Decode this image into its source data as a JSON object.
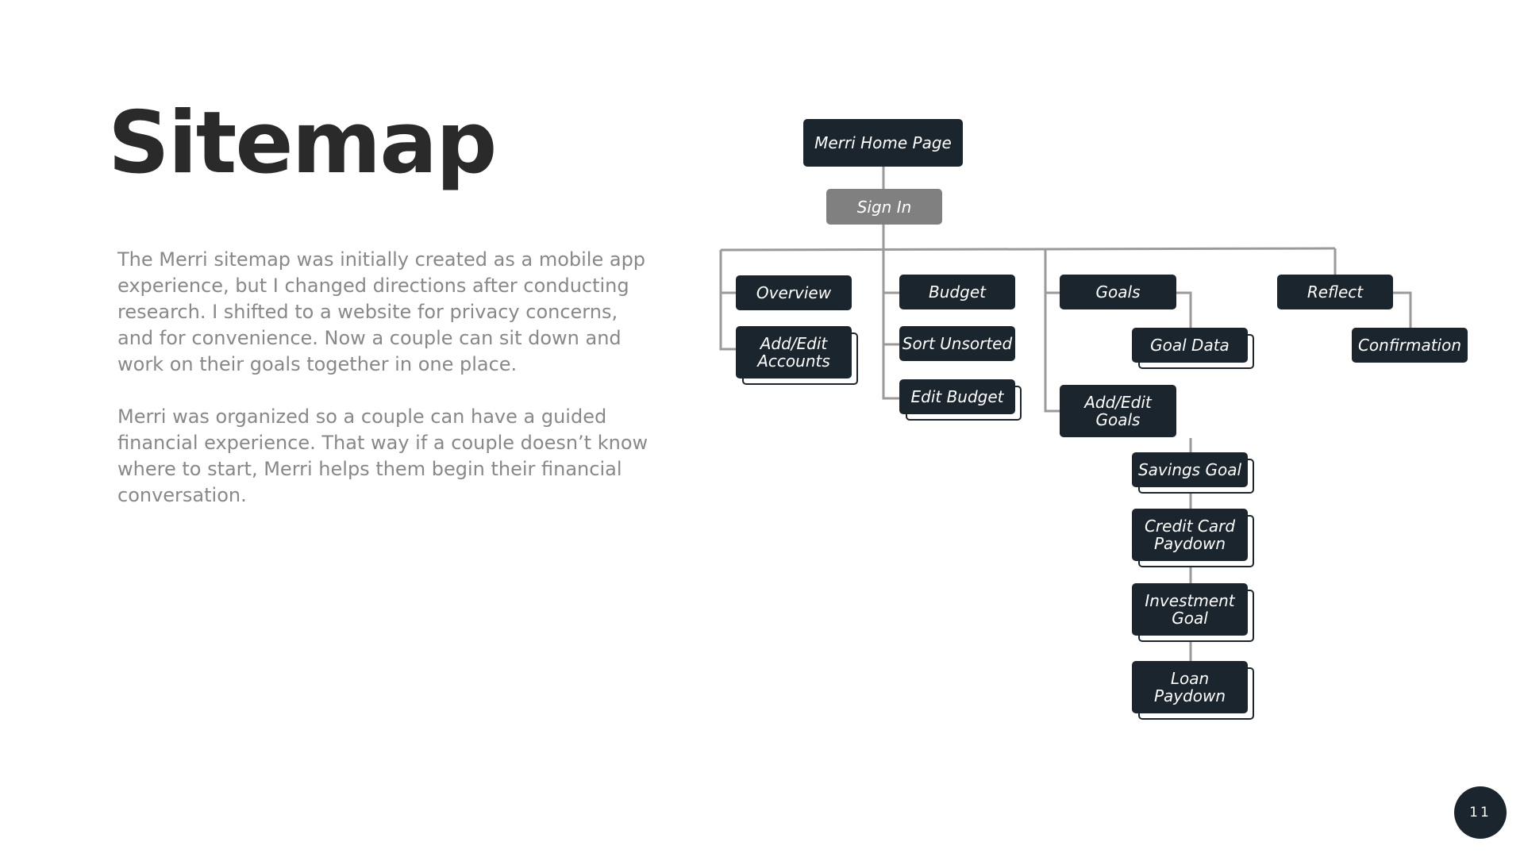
{
  "slide": {
    "title": "Sitemap",
    "paragraph_1": "The Merri sitemap was initially created as a mobile app experience, but I changed directions after conducting research. I shifted to a website for privacy concerns, and for convenience. Now a couple can sit down and work on their goals together in one place.",
    "paragraph_2": "Merri was organized so a couple can have a guided financial experience. That way if a couple doesn’t know where to start, Merri helps them begin their financial conversation.",
    "page_number": "11"
  },
  "sitemap": {
    "home": "Merri Home Page",
    "sign_in": "Sign In",
    "overview": "Overview",
    "add_edit_accounts": "Add/Edit\nAccounts",
    "budget": "Budget",
    "sort_unsorted": "Sort Unsorted",
    "edit_budget": "Edit Budget",
    "goals": "Goals",
    "goal_data": "Goal Data",
    "add_edit_goals": "Add/Edit\nGoals",
    "savings_goal": "Savings Goal",
    "credit_card_paydown": "Credit Card\nPaydown",
    "investment_goal": "Investment\nGoal",
    "loan_paydown": "Loan\nPaydown",
    "reflect": "Reflect",
    "confirmation": "Confirmation"
  },
  "colors": {
    "node": "#1b252d",
    "sign_in_node": "#808080",
    "connector": "#9a9a9a",
    "title": "#2a2a2a",
    "body_text": "#888888"
  }
}
